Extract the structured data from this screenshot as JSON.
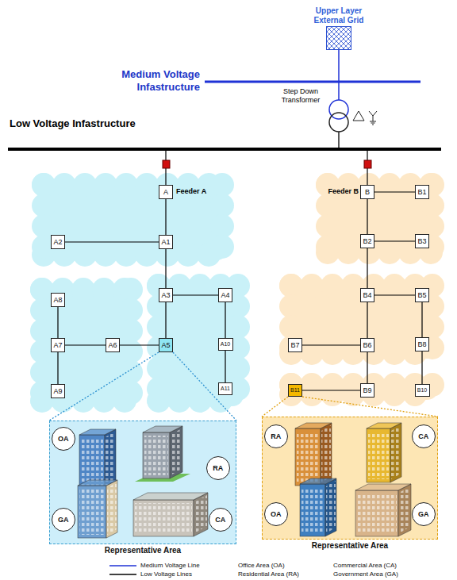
{
  "diagram": {
    "nodes": [
      {
        "text": [
          "Upper Layer External Grid"
        ]
      },
      {
        "text": [
          "A"
        ]
      },
      {
        "text": [
          "A1"
        ]
      },
      {
        "text": [
          "A2"
        ]
      },
      {
        "text": [
          "A3"
        ]
      },
      {
        "text": [
          "A4"
        ]
      },
      {
        "text": [
          "A5"
        ]
      },
      {
        "text": [
          "A6"
        ]
      },
      {
        "text": [
          "A7"
        ]
      },
      {
        "text": [
          "A8"
        ]
      },
      {
        "text": [
          "A9"
        ]
      },
      {
        "text": [
          "A10"
        ]
      },
      {
        "text": [
          "A11"
        ]
      },
      {
        "text": [
          "Representative Area"
        ]
      },
      {
        "text": [
          "OA"
        ],
        "in": 13
      },
      {
        "text": [
          "RA"
        ],
        "in": 13
      },
      {
        "text": [
          "GA"
        ],
        "in": 13
      },
      {
        "text": [
          "CA"
        ],
        "in": 13
      },
      {
        "text": [
          "B"
        ]
      },
      {
        "text": [
          "B1"
        ]
      },
      {
        "text": [
          "B2"
        ]
      },
      {
        "text": [
          "B3"
        ]
      },
      {
        "text": [
          "B4"
        ]
      },
      {
        "text": [
          "B5"
        ]
      },
      {
        "text": [
          "B6"
        ]
      },
      {
        "text": [
          "B7"
        ]
      },
      {
        "text": [
          "B8"
        ]
      },
      {
        "text": [
          "B9"
        ]
      },
      {
        "text": [
          "B10"
        ]
      },
      {
        "text": [
          "B11"
        ]
      },
      {
        "text": [
          "Representative Area"
        ]
      },
      {
        "text": [
          "RA"
        ],
        "in": 30
      },
      {
        "text": [
          "CA"
        ],
        "in": 30
      },
      {
        "text": [
          "OA"
        ],
        "in": 30
      },
      {
        "text": [
          "GA"
        ],
        "in": 30
      }
    ],
    "edges": [
      {
        "from": 1,
        "to": 2,
        "arrow": "none"
      },
      {
        "from": 2,
        "to": 3,
        "arrow": "none"
      },
      {
        "from": 2,
        "to": 4,
        "arrow": "none"
      },
      {
        "from": 4,
        "to": 5,
        "arrow": "none"
      },
      {
        "from": 4,
        "to": 6,
        "arrow": "none"
      },
      {
        "from": 5,
        "to": 11,
        "arrow": "none"
      },
      {
        "from": 11,
        "to": 12,
        "arrow": "none"
      },
      {
        "from": 6,
        "to": 7,
        "arrow": "none"
      },
      {
        "from": 7,
        "to": 8,
        "arrow": "none"
      },
      {
        "from": 8,
        "to": 9,
        "arrow": "none"
      },
      {
        "from": 8,
        "to": 10,
        "arrow": "none"
      },
      {
        "from": 6,
        "to": 13,
        "arrow": "none"
      },
      {
        "from": 18,
        "to": 19,
        "arrow": "none"
      },
      {
        "from": 18,
        "to": 20,
        "arrow": "none"
      },
      {
        "from": 20,
        "to": 21,
        "arrow": "none"
      },
      {
        "from": 20,
        "to": 22,
        "arrow": "none"
      },
      {
        "from": 22,
        "to": 23,
        "arrow": "none"
      },
      {
        "from": 22,
        "to": 24,
        "arrow": "none"
      },
      {
        "from": 23,
        "to": 26,
        "arrow": "none"
      },
      {
        "from": 26,
        "to": 28,
        "arrow": "none"
      },
      {
        "from": 24,
        "to": 25,
        "arrow": "none"
      },
      {
        "from": 24,
        "to": 27,
        "arrow": "none"
      },
      {
        "from": 27,
        "to": 29,
        "arrow": "none"
      },
      {
        "from": 29,
        "to": 30,
        "arrow": "none"
      }
    ],
    "labels": [
      "Medium Voltage Infastructure",
      "Step Down Transformer",
      "Low Voltage Infastructure",
      "Feeder A",
      "Feeder B"
    ],
    "legend": [
      {
        "text": "Medium Voltage Line"
      },
      {
        "text": "Office Area (OA)"
      },
      {
        "text": "Commercial Area (CA)"
      },
      {
        "text": "Low Voltage Lines"
      },
      {
        "text": "Residential Area (RA)"
      },
      {
        "text": "Government Area (GA)"
      }
    ]
  }
}
